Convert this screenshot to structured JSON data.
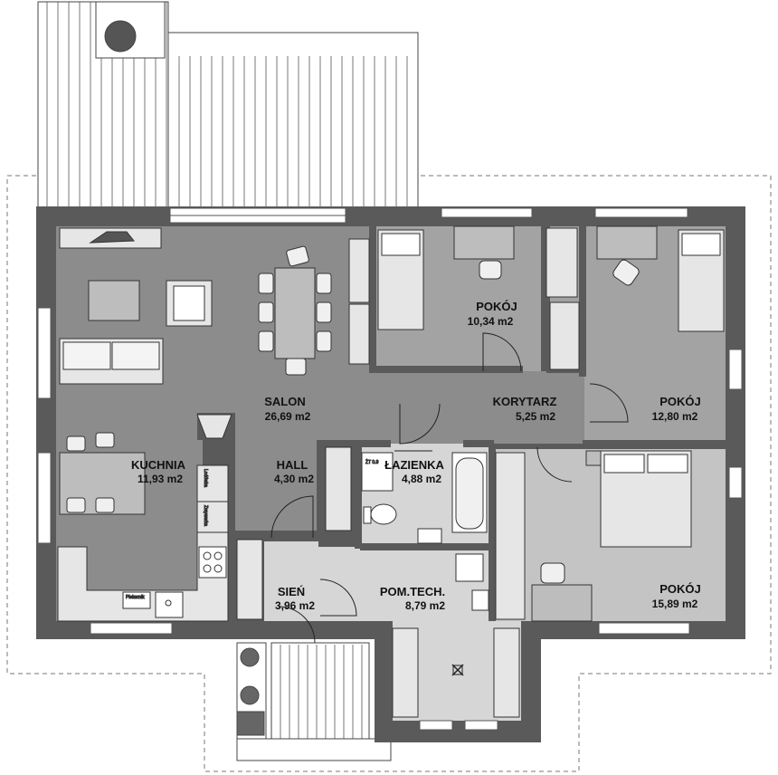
{
  "colors": {
    "wall": "#5a5a5a",
    "floor_dark": "#8c8c8c",
    "floor_mid": "#a3a3a3",
    "floor_light": "#c4c4c4",
    "floor_lighter": "#d6d6d6",
    "furniture": "#e6e6e6",
    "terrace": "#ffffff",
    "line": "#333333"
  },
  "rooms": [
    {
      "id": "salon",
      "name": "SALON",
      "area": "26,69 m2"
    },
    {
      "id": "kuchnia",
      "name": "KUCHNIA",
      "area": "11,93 m2"
    },
    {
      "id": "hall",
      "name": "HALL",
      "area": "4,30 m2"
    },
    {
      "id": "lazienka",
      "name": "ŁAZIENKA",
      "area": "4,88 m2"
    },
    {
      "id": "korytarz",
      "name": "KORYTARZ",
      "area": "5,25 m2"
    },
    {
      "id": "pokoj1",
      "name": "POKÓJ",
      "area": "10,34 m2"
    },
    {
      "id": "pokoj2",
      "name": "POKÓJ",
      "area": "12,80 m2"
    },
    {
      "id": "pokoj3",
      "name": "POKÓJ",
      "area": "15,89 m2"
    },
    {
      "id": "pomtech",
      "name": "POM.TECH.",
      "area": "8,79 m2"
    },
    {
      "id": "sien",
      "name": "SIEŃ",
      "area": "3,96 m2"
    }
  ],
  "appliance_labels": {
    "fridge": "Lodówka",
    "dishwasher": "Zmywarka",
    "oven": "Piekarnik"
  },
  "wm_label": "ŻT 0.9"
}
